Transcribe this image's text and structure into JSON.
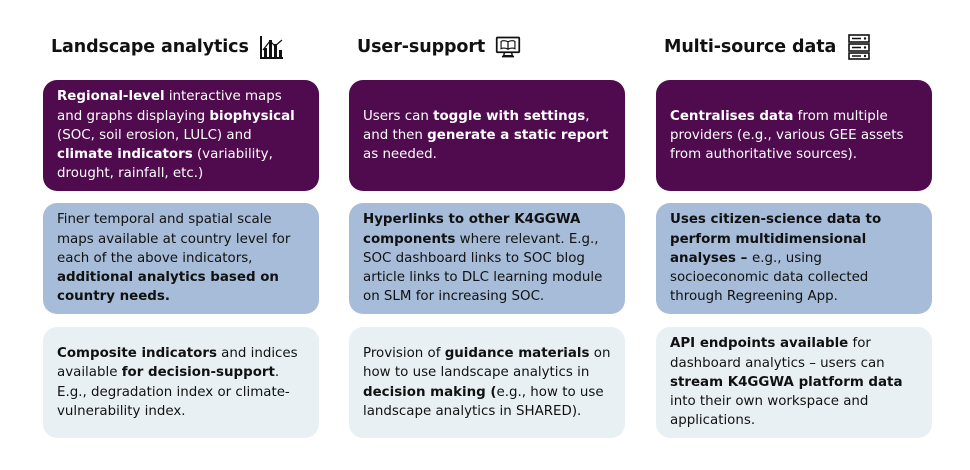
{
  "columns": [
    {
      "title": "Landscape analytics",
      "icon": "bar-chart-icon",
      "cards": [
        [
          {
            "t": "Regional-level",
            "b": true
          },
          {
            "t": " interactive maps and graphs displaying "
          },
          {
            "t": "biophysical",
            "b": true
          },
          {
            "t": " (SOC, soil erosion, LULC) and "
          },
          {
            "t": "climate indicators",
            "b": true
          },
          {
            "t": " (variability, drought, rainfall, etc.)"
          }
        ],
        [
          {
            "t": "Finer temporal and spatial scale maps available at country level for each of the above indicators, "
          },
          {
            "t": "additional analytics based on country needs.",
            "b": true
          }
        ],
        [
          {
            "t": "Composite indicators",
            "b": true
          },
          {
            "t": " and indices available "
          },
          {
            "t": "for decision-support",
            "b": true
          },
          {
            "t": ". E.g., degradation index or climate-vulnerability index."
          }
        ]
      ]
    },
    {
      "title": "User-support",
      "icon": "computer-book-icon",
      "cards": [
        [
          {
            "t": "Users can "
          },
          {
            "t": "toggle with settings",
            "b": true
          },
          {
            "t": ", and then "
          },
          {
            "t": "generate a static report",
            "b": true
          },
          {
            "t": " as needed."
          }
        ],
        [
          {
            "t": "Hyperlinks to other K4GGWA components",
            "b": true
          },
          {
            "t": " where relevant. E.g., SOC dashboard links to SOC blog article links to DLC learning module on SLM for increasing SOC."
          }
        ],
        [
          {
            "t": "Provision of "
          },
          {
            "t": "guidance materials",
            "b": true
          },
          {
            "t": " on how to use landscape analytics in "
          },
          {
            "t": "decision making (",
            "b": true
          },
          {
            "t": "e.g., how to use landscape analytics in SHARED)."
          }
        ]
      ]
    },
    {
      "title": "Multi-source data",
      "icon": "server-icon",
      "cards": [
        [
          {
            "t": "Centralises data",
            "b": true
          },
          {
            "t": " from multiple providers (e.g., various GEE assets from authoritative sources)."
          }
        ],
        [
          {
            "t": "Uses citizen-science data to perform multidimensional analyses – ",
            "b": true
          },
          {
            "t": "e.g., using socioeconomic data collected through Regreening App."
          }
        ],
        [
          {
            "t": "API endpoints available",
            "b": true
          },
          {
            "t": " for dashboard analytics – users can "
          },
          {
            "t": "stream K4GGWA platform data",
            "b": true
          },
          {
            "t": " into their own workspace and applications."
          }
        ]
      ]
    }
  ],
  "colors": {
    "dark_card": "#4f0b4e",
    "mid_card": "#a6bcd9",
    "light_card": "#e9f0f4"
  }
}
